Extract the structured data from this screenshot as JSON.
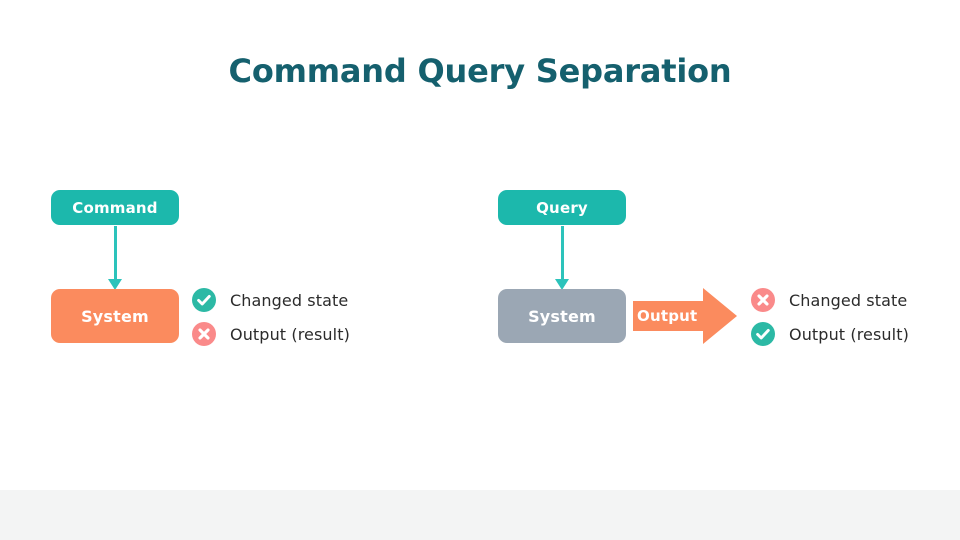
{
  "slide": {
    "title": "Command Query Separation",
    "title_color": "#15606e",
    "background": "#ffffff",
    "footer_band_color": "#f3f4f4"
  },
  "colors": {
    "teal": "#1cb8ac",
    "teal_arrow": "#2cc3bb",
    "orange": "#fb8b5e",
    "gray_blue": "#9ba7b4",
    "check_green": "#2cb9a5",
    "cross_pink": "#fa8a8a",
    "text": "#2b2b2b"
  },
  "diagrams": [
    {
      "id": "command",
      "trigger": {
        "label": "Command",
        "fill": "#1cb8ac"
      },
      "system": {
        "label": "System",
        "fill": "#fb8b5e"
      },
      "output_arrow": null,
      "legend": [
        {
          "icon": "check-circle-icon",
          "state": "yes",
          "label": "Changed state"
        },
        {
          "icon": "cross-circle-icon",
          "state": "no",
          "label": "Output (result)"
        }
      ]
    },
    {
      "id": "query",
      "trigger": {
        "label": "Query",
        "fill": "#1cb8ac"
      },
      "system": {
        "label": "System",
        "fill": "#9ba7b4"
      },
      "output_arrow": {
        "label": "Output",
        "fill": "#fb8b5e"
      },
      "legend": [
        {
          "icon": "cross-circle-icon",
          "state": "no",
          "label": "Changed state"
        },
        {
          "icon": "check-circle-icon",
          "state": "yes",
          "label": "Output (result)"
        }
      ]
    }
  ]
}
